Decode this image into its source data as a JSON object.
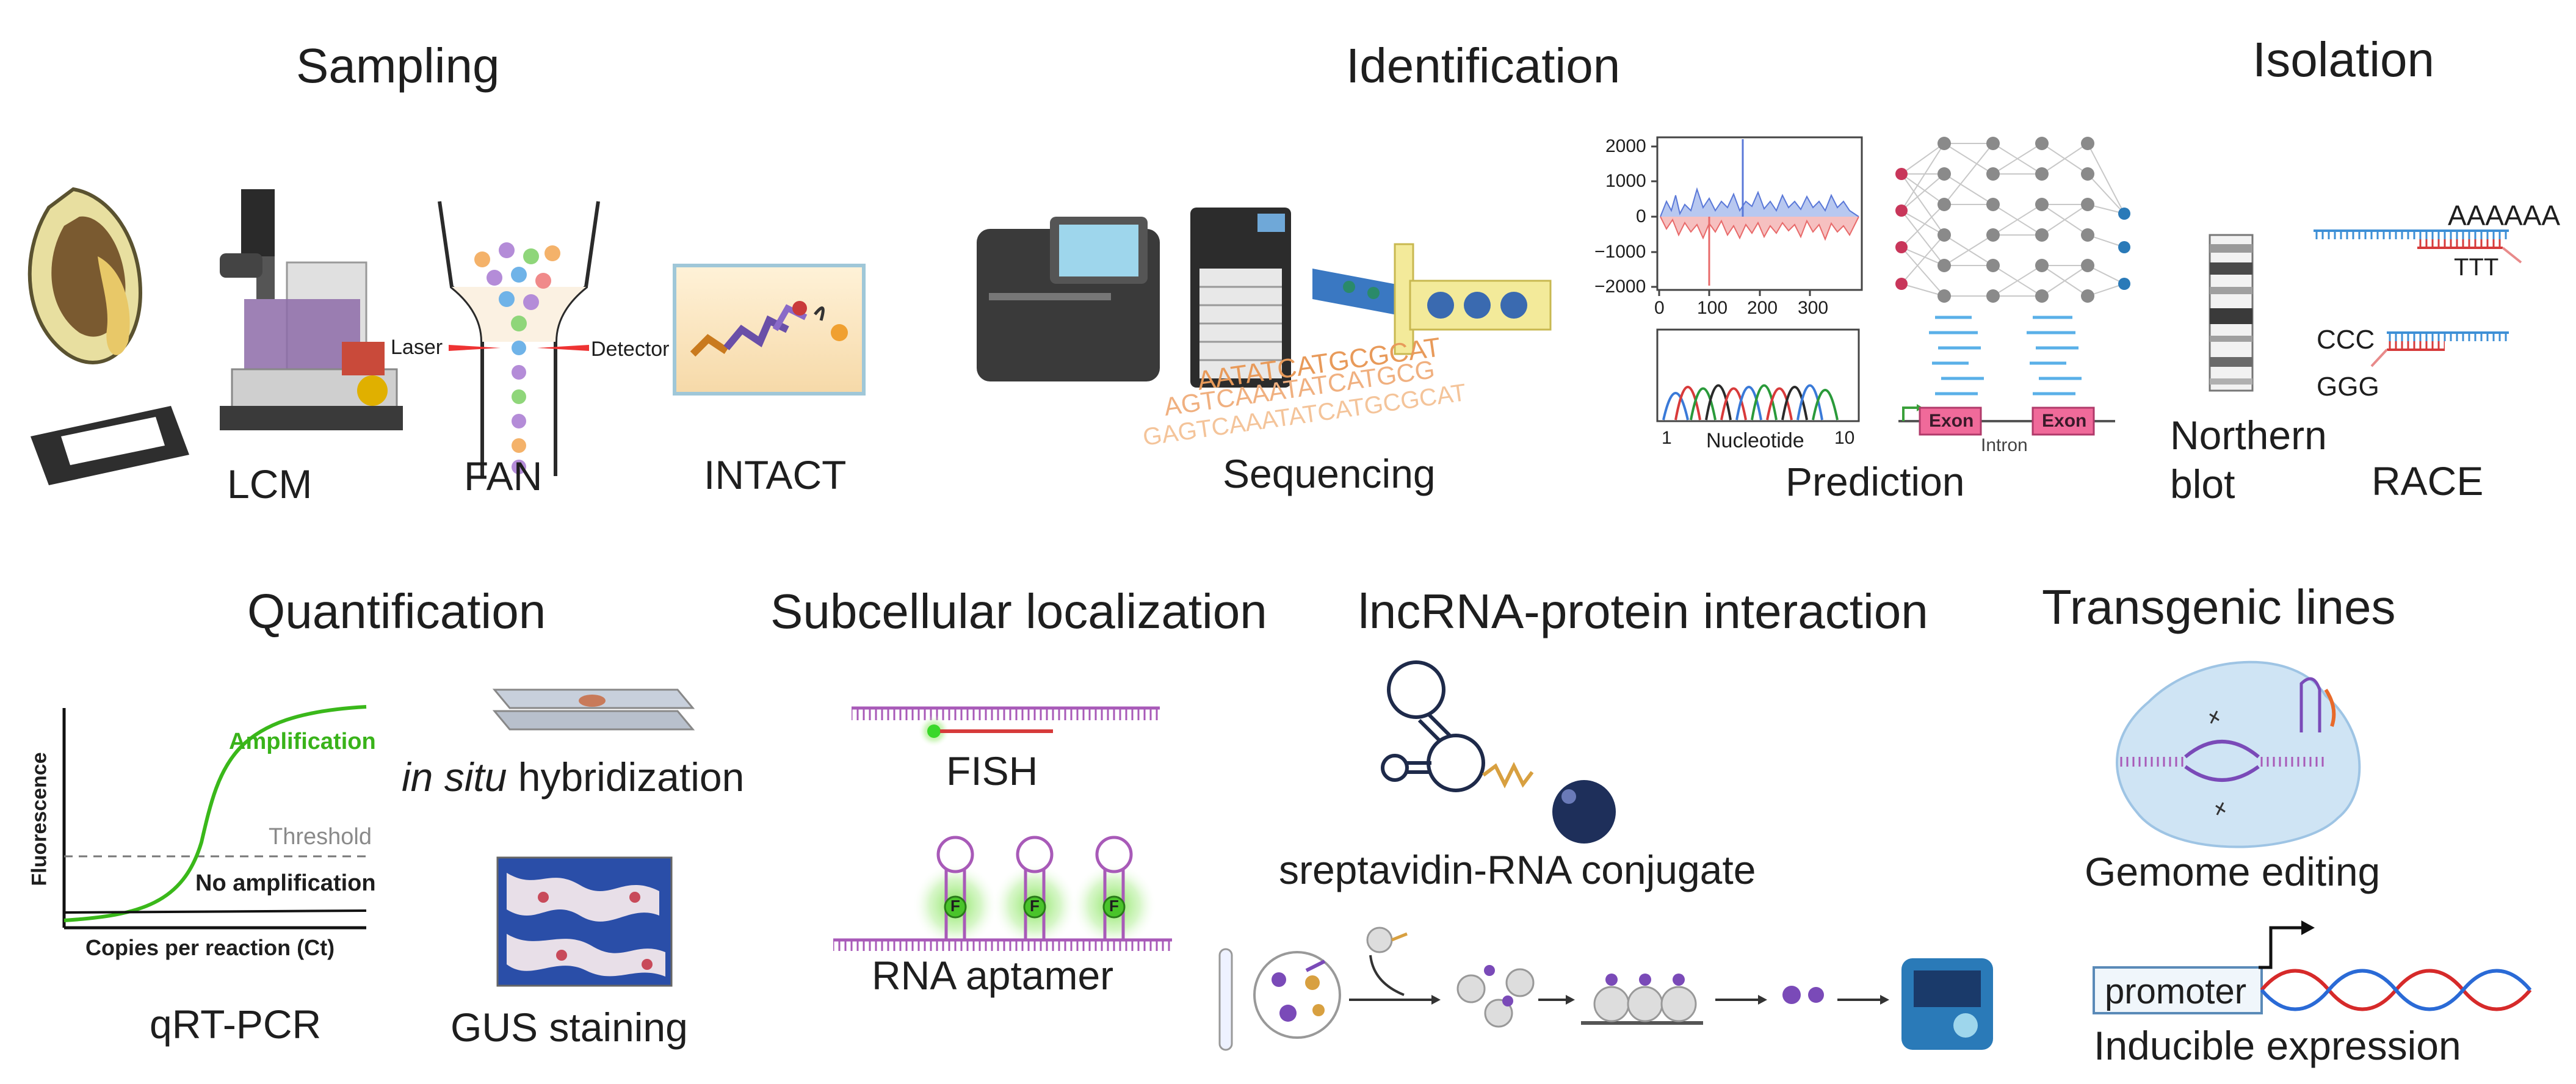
{
  "sections": {
    "sampling": "Sampling",
    "identification": "Identification",
    "isolation": "Isolation",
    "quantification": "Quantification",
    "subcellular": "Subcellular localization",
    "interaction": "lncRNA-protein interaction",
    "transgenic": "Transgenic lines"
  },
  "labels": {
    "lcm": "LCM",
    "fan": "FAN",
    "intact": "INTACT",
    "laser": "Laser",
    "detector": "Detector",
    "sequencing": "Sequencing",
    "prediction": "Prediction",
    "northern_line1": "Northern",
    "northern_line2": "blot",
    "race": "RACE",
    "aaaaaa": "AAAAAA",
    "ttt": "TTT",
    "ccc": "CCC",
    "ggg": "GGG",
    "nucleotide": "Nucleotide",
    "nuc_1": "1",
    "nuc_10": "10",
    "exon1": "Exon",
    "exon2": "Exon",
    "intron": "Intron",
    "qrtpcr": "qRT-PCR",
    "amplification": "Amplification",
    "threshold": "Threshold",
    "no_amplification": "No amplification",
    "fluorescence": "Fluorescence",
    "copies": "Copies per reaction (Ct)",
    "insitu_italic": "in situ",
    "insitu_rest": " hybridization",
    "gus": "GUS staining",
    "fish": "FISH",
    "aptamer": "RNA aptamer",
    "aptamer_f": "F",
    "streptavidin": "sreptavidin-RNA conjugate",
    "gemome": "Gemome editing",
    "promoter": "promoter",
    "inducible": "Inducible expression",
    "seq_line1": "AATATCATGCGCAT",
    "seq_line2": "AGTCAAATATCATGCG",
    "seq_line3": "GAGTCAAATATCATGCGCAT"
  },
  "signal_plot": {
    "y_ticks": [
      "2000",
      "1000",
      "0",
      "−1000",
      "−2000"
    ],
    "x_ticks": [
      "0",
      "100",
      "200",
      "300"
    ]
  },
  "colors": {
    "green": "#39b31a",
    "pink": "#e8577f",
    "blue": "#3d8fd6",
    "purple": "#8a4fc2",
    "red": "#d63a3a"
  }
}
